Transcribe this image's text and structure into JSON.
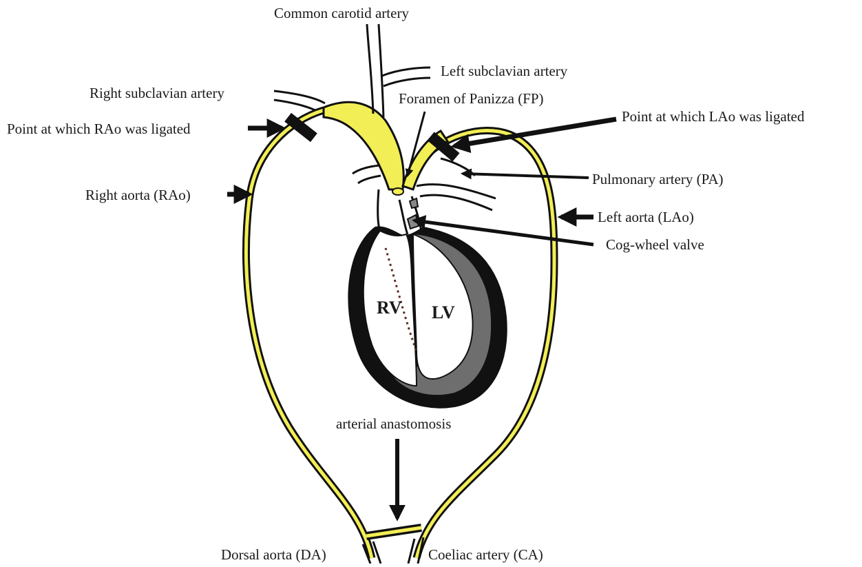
{
  "labels": {
    "common_carotid": "Common carotid artery",
    "left_subclavian": "Left subclavian artery",
    "right_subclavian": "Right subclavian artery",
    "foramen_panizza": "Foramen of Panizza (FP)",
    "rao_ligation": "Point at which RAo was ligated",
    "lao_ligation": "Point at which LAo was ligated",
    "right_aorta": "Right aorta (RAo)",
    "pulmonary_artery": "Pulmonary artery (PA)",
    "left_aorta": "Left aorta (LAo)",
    "cog_wheel_valve": "Cog-wheel valve",
    "rv": "RV",
    "lv": "LV",
    "anastomosis": "arterial anastomosis",
    "dorsal_aorta": "Dorsal aorta (DA)",
    "coeliac_artery": "Coeliac artery (CA)"
  },
  "colors": {
    "vessel_fill": "#f2ee55",
    "outline": "#111111",
    "ventricle_gray": "#6e6e6e",
    "septum_dots": "#5a2a1a"
  }
}
